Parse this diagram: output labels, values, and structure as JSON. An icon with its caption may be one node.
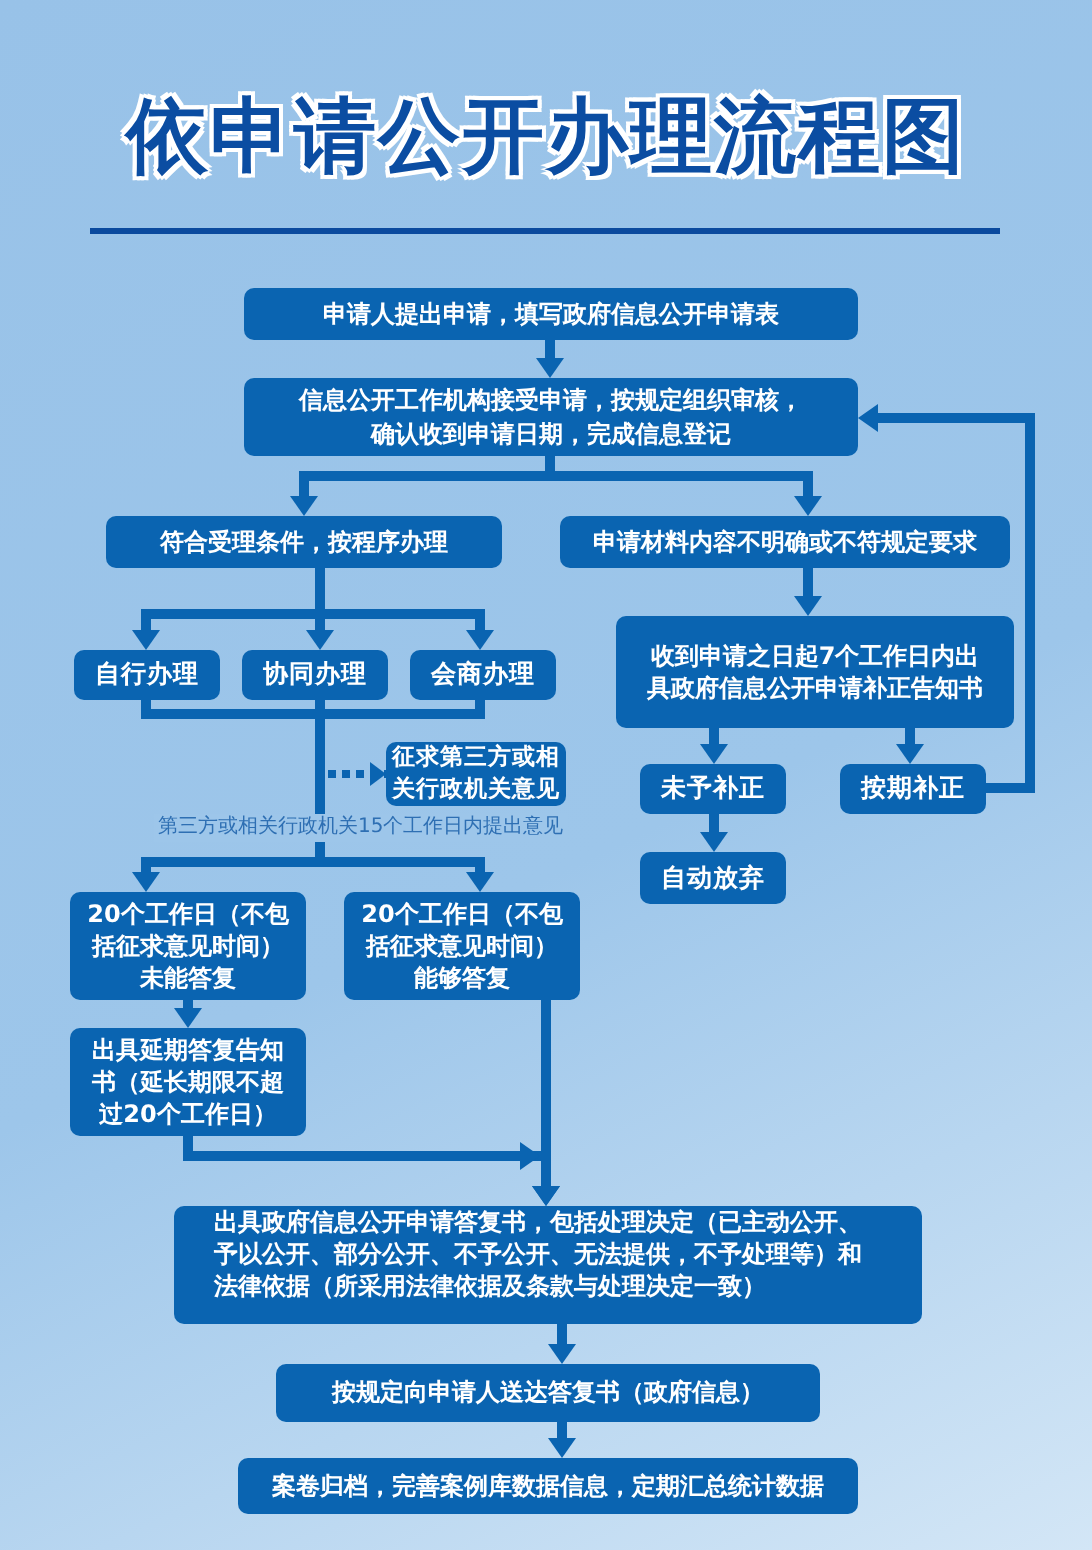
{
  "diagram": {
    "title": "依申请公开办理流程图",
    "nodes": [
      {
        "text": [
          "申请人提出申请，填写政府信息公开申请表"
        ]
      },
      {
        "text": [
          "信息公开工作机构接受申请，按规定组织审核，确认收到申请日期，完成信息登记"
        ]
      },
      {
        "text": [
          "符合受理条件，按程序办理"
        ]
      },
      {
        "text": [
          "申请材料内容不明确或不符规定要求"
        ]
      },
      {
        "text": [
          "自行办理"
        ]
      },
      {
        "text": [
          "协同办理"
        ]
      },
      {
        "text": [
          "会商办理"
        ]
      },
      {
        "text": [
          "征求第三方或相关行政机关意见"
        ]
      },
      {
        "text": [
          "收到申请之日起7个工作日内出具政府信息公开申请补正告知书"
        ]
      },
      {
        "text": [
          "未予补正"
        ]
      },
      {
        "text": [
          "按期补正"
        ]
      },
      {
        "text": [
          "自动放弃"
        ]
      },
      {
        "text": [
          "20个工作日（不包括征求意见时间）未能答复"
        ]
      },
      {
        "text": [
          "20个工作日（不包括征求意见时间）能够答复"
        ]
      },
      {
        "text": [
          "出具延期答复告知书（延长期限不超过20个工作日）"
        ]
      },
      {
        "text": [
          "出具政府信息公开申请答复书，包括处理决定（已主动公开、予以公开、部分公开、不予公开、无法提供，不予处理等）和法律依据（所采用法律依据及条款与处理决定一致）"
        ]
      },
      {
        "text": [
          "按规定向申请人送达答复书（政府信息）"
        ]
      },
      {
        "text": [
          "案卷归档，完善案例库数据信息，定期汇总统计数据"
        ]
      }
    ],
    "edges": [
      {
        "from": 0,
        "to": 1,
        "arrow": "to"
      },
      {
        "from": 1,
        "to": 2,
        "arrow": "to"
      },
      {
        "from": 1,
        "to": 3,
        "arrow": "to"
      },
      {
        "from": 2,
        "to": 4,
        "arrow": "to"
      },
      {
        "from": 2,
        "to": 5,
        "arrow": "to"
      },
      {
        "from": 2,
        "to": 6,
        "arrow": "to"
      },
      {
        "from": 4,
        "to": 12,
        "arrow": "to"
      },
      {
        "from": 4,
        "to": 13,
        "arrow": "to"
      },
      {
        "from": 5,
        "to": 12,
        "arrow": "to"
      },
      {
        "from": 5,
        "to": 13,
        "arrow": "to"
      },
      {
        "from": 6,
        "to": 12,
        "arrow": "to"
      },
      {
        "from": 6,
        "to": 13,
        "arrow": "to"
      },
      {
        "from": null,
        "to": 7,
        "arrow": "to",
        "style": "dashed"
      },
      {
        "from": 12,
        "to": 14,
        "arrow": "to"
      },
      {
        "from": 14,
        "to": 15,
        "arrow": "to"
      },
      {
        "from": 13,
        "to": 15,
        "arrow": "to"
      },
      {
        "from": 3,
        "to": 8,
        "arrow": "to"
      },
      {
        "from": 8,
        "to": 9,
        "arrow": "to"
      },
      {
        "from": 8,
        "to": 10,
        "arrow": "to"
      },
      {
        "from": 9,
        "to": 11,
        "arrow": "to"
      },
      {
        "from": 10,
        "to": 1,
        "arrow": "to"
      },
      {
        "from": 15,
        "to": 16,
        "arrow": "to"
      },
      {
        "from": 16,
        "to": 17,
        "arrow": "to"
      }
    ],
    "labels": [
      "第三方或相关行政机关15个工作日内提出意见"
    ]
  }
}
